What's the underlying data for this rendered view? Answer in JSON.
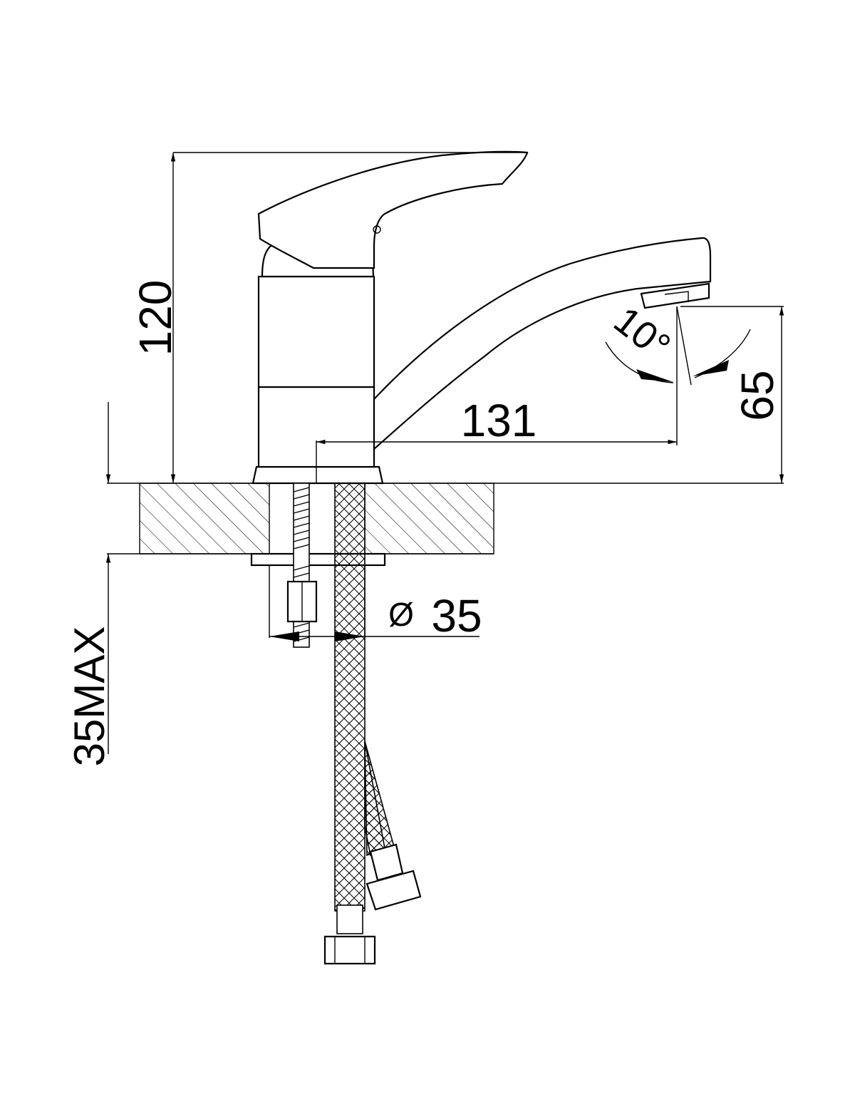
{
  "dimensions": {
    "height": "120",
    "reach": "131",
    "spout_height": "65",
    "angle": "10°",
    "diameter_symbol": "Ø",
    "diameter": "35",
    "max_thickness": "35MAX"
  },
  "icons": {
    "arrow": "filled-triangle-arrowhead",
    "diameter": "diameter-symbol"
  }
}
